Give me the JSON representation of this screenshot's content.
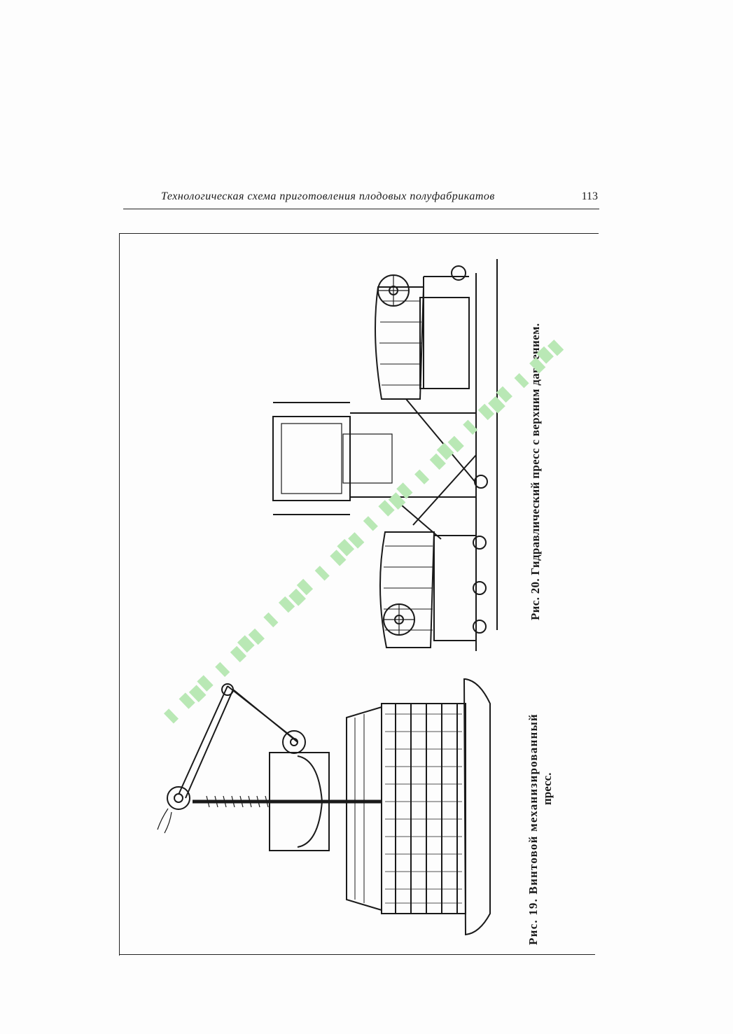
{
  "running_head": {
    "title": "Технологическая схема приготовления плодовых полуфабрикатов",
    "page_number": "113"
  },
  "figures": [
    {
      "caption_line1": "Рис.   19.   Винтовой   механизированный",
      "caption_line2": "пресс."
    },
    {
      "caption": "Рис. 20. Гидравлический пресс с верхним давлением."
    }
  ],
  "colors": {
    "ink": "#1a1a1a",
    "watermark": "#b9e8b5"
  }
}
